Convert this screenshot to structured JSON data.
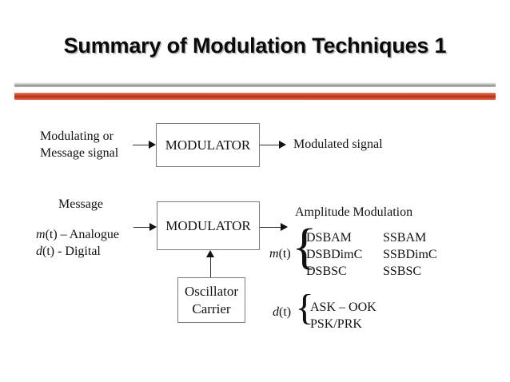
{
  "slide": {
    "title": "Summary of Modulation Techniques 1",
    "accent_color": "#c4431f",
    "rule_color": "#a9a9a9",
    "background": "#ffffff"
  },
  "diagram_top": {
    "input_line1": "Modulating or",
    "input_line2": "Message signal",
    "block_label": "MODULATOR",
    "output_label": "Modulated signal"
  },
  "diagram_bottom": {
    "message_heading": "Message",
    "analogue_line": "m(t) – Analogue",
    "analogue_symbol": "m",
    "analogue_rest": "(t) – Analogue",
    "digital_symbol": "d",
    "digital_rest": "(t) - Digital",
    "digital_line": "d(t) - Digital",
    "block_label": "MODULATOR",
    "oscillator_line1": "Oscillator",
    "oscillator_line2": "Carrier"
  },
  "amplitude_modulation": {
    "heading": "Amplitude Modulation",
    "signal_symbol": "m",
    "signal_rest": "(t)",
    "brace": "{",
    "column1": [
      "DSBAM",
      "DSBDimC",
      "DSBSC"
    ],
    "column2": [
      "SSBAM",
      "SSBDimC",
      "SSBSC"
    ]
  },
  "digital_modulation": {
    "signal_symbol": "d",
    "signal_rest": "(t)",
    "brace": "{",
    "items": [
      "ASK – OOK",
      "PSK/PRK"
    ]
  }
}
